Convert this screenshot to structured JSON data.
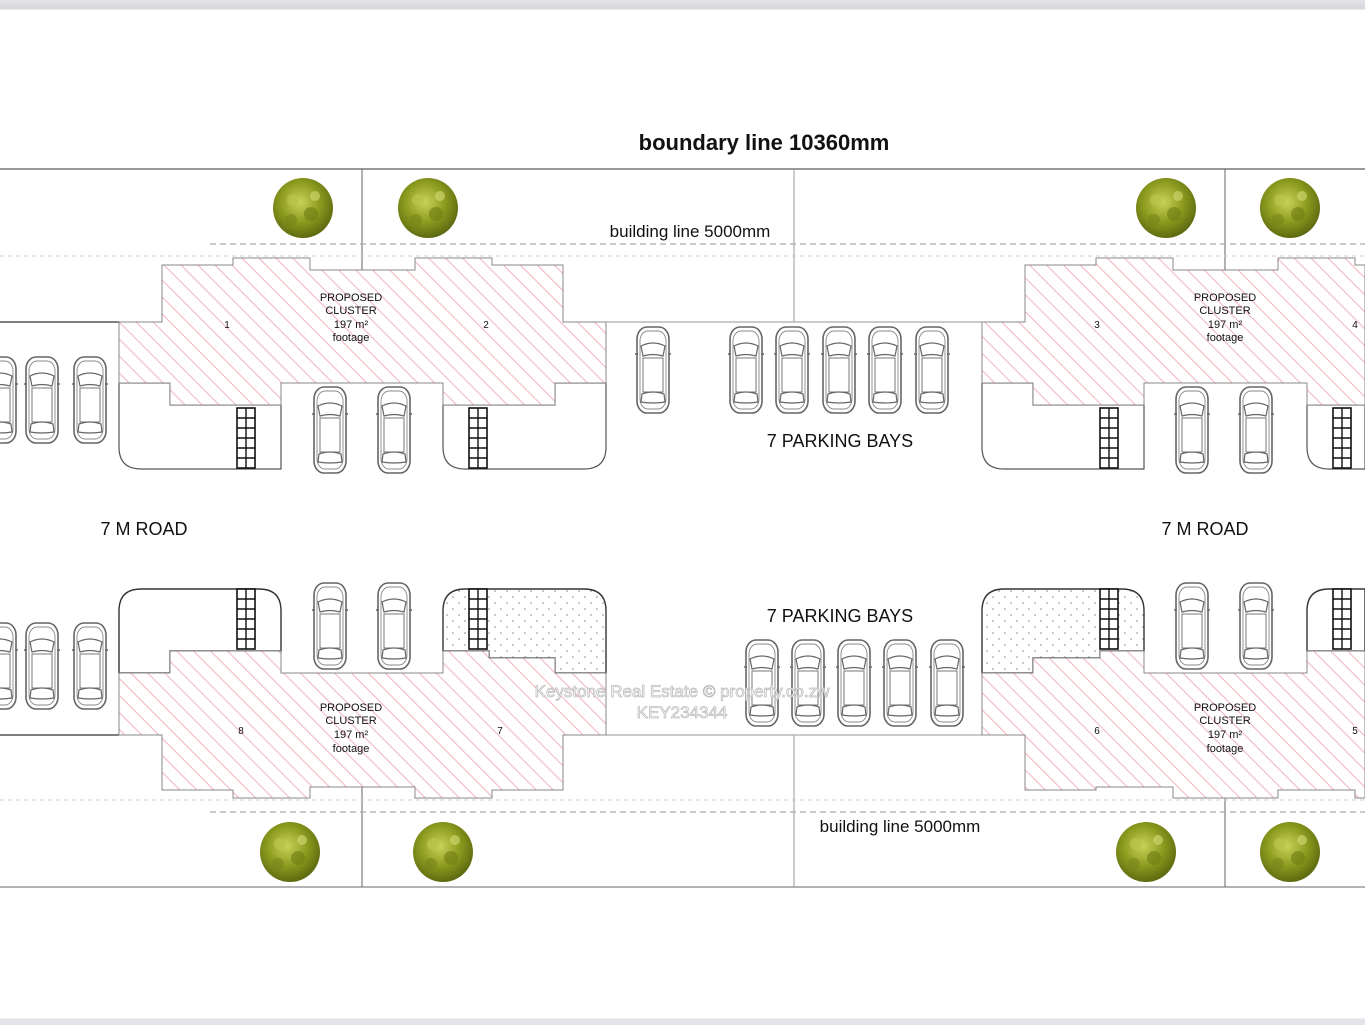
{
  "title": "boundary line 10360mm",
  "building_lines": {
    "top": "building line 5000mm",
    "bottom": "building line 5000mm"
  },
  "roads": {
    "left": "7 M ROAD",
    "right": "7 M ROAD"
  },
  "parking": {
    "top_label": "7 PARKING BAYS",
    "bottom_label": "7 PARKING BAYS"
  },
  "clusters": [
    {
      "id": "top-left",
      "units": [
        "1",
        "2"
      ],
      "line1": "PROPOSED",
      "line2": "CLUSTER",
      "line3": "197 m²",
      "line4": "footage"
    },
    {
      "id": "top-right",
      "units": [
        "3",
        "4"
      ],
      "line1": "PROPOSED",
      "line2": "CLUSTER",
      "line3": "197 m²",
      "line4": "footage"
    },
    {
      "id": "bottom-left",
      "units": [
        "8",
        "7"
      ],
      "line1": "PROPOSED",
      "line2": "CLUSTER",
      "line3": "197 m²",
      "line4": "footage"
    },
    {
      "id": "bottom-right",
      "units": [
        "6",
        "5"
      ],
      "line1": "PROPOSED",
      "line2": "CLUSTER",
      "line3": "197 m²",
      "line4": "footage"
    }
  ],
  "watermark": {
    "line1": "Keystone Real Estate  ©  property.co.zw",
    "line2": "KEY234344"
  },
  "colors": {
    "hatch": "#f4b8c2",
    "line": "#555555",
    "tree": "#8a9a1e"
  }
}
